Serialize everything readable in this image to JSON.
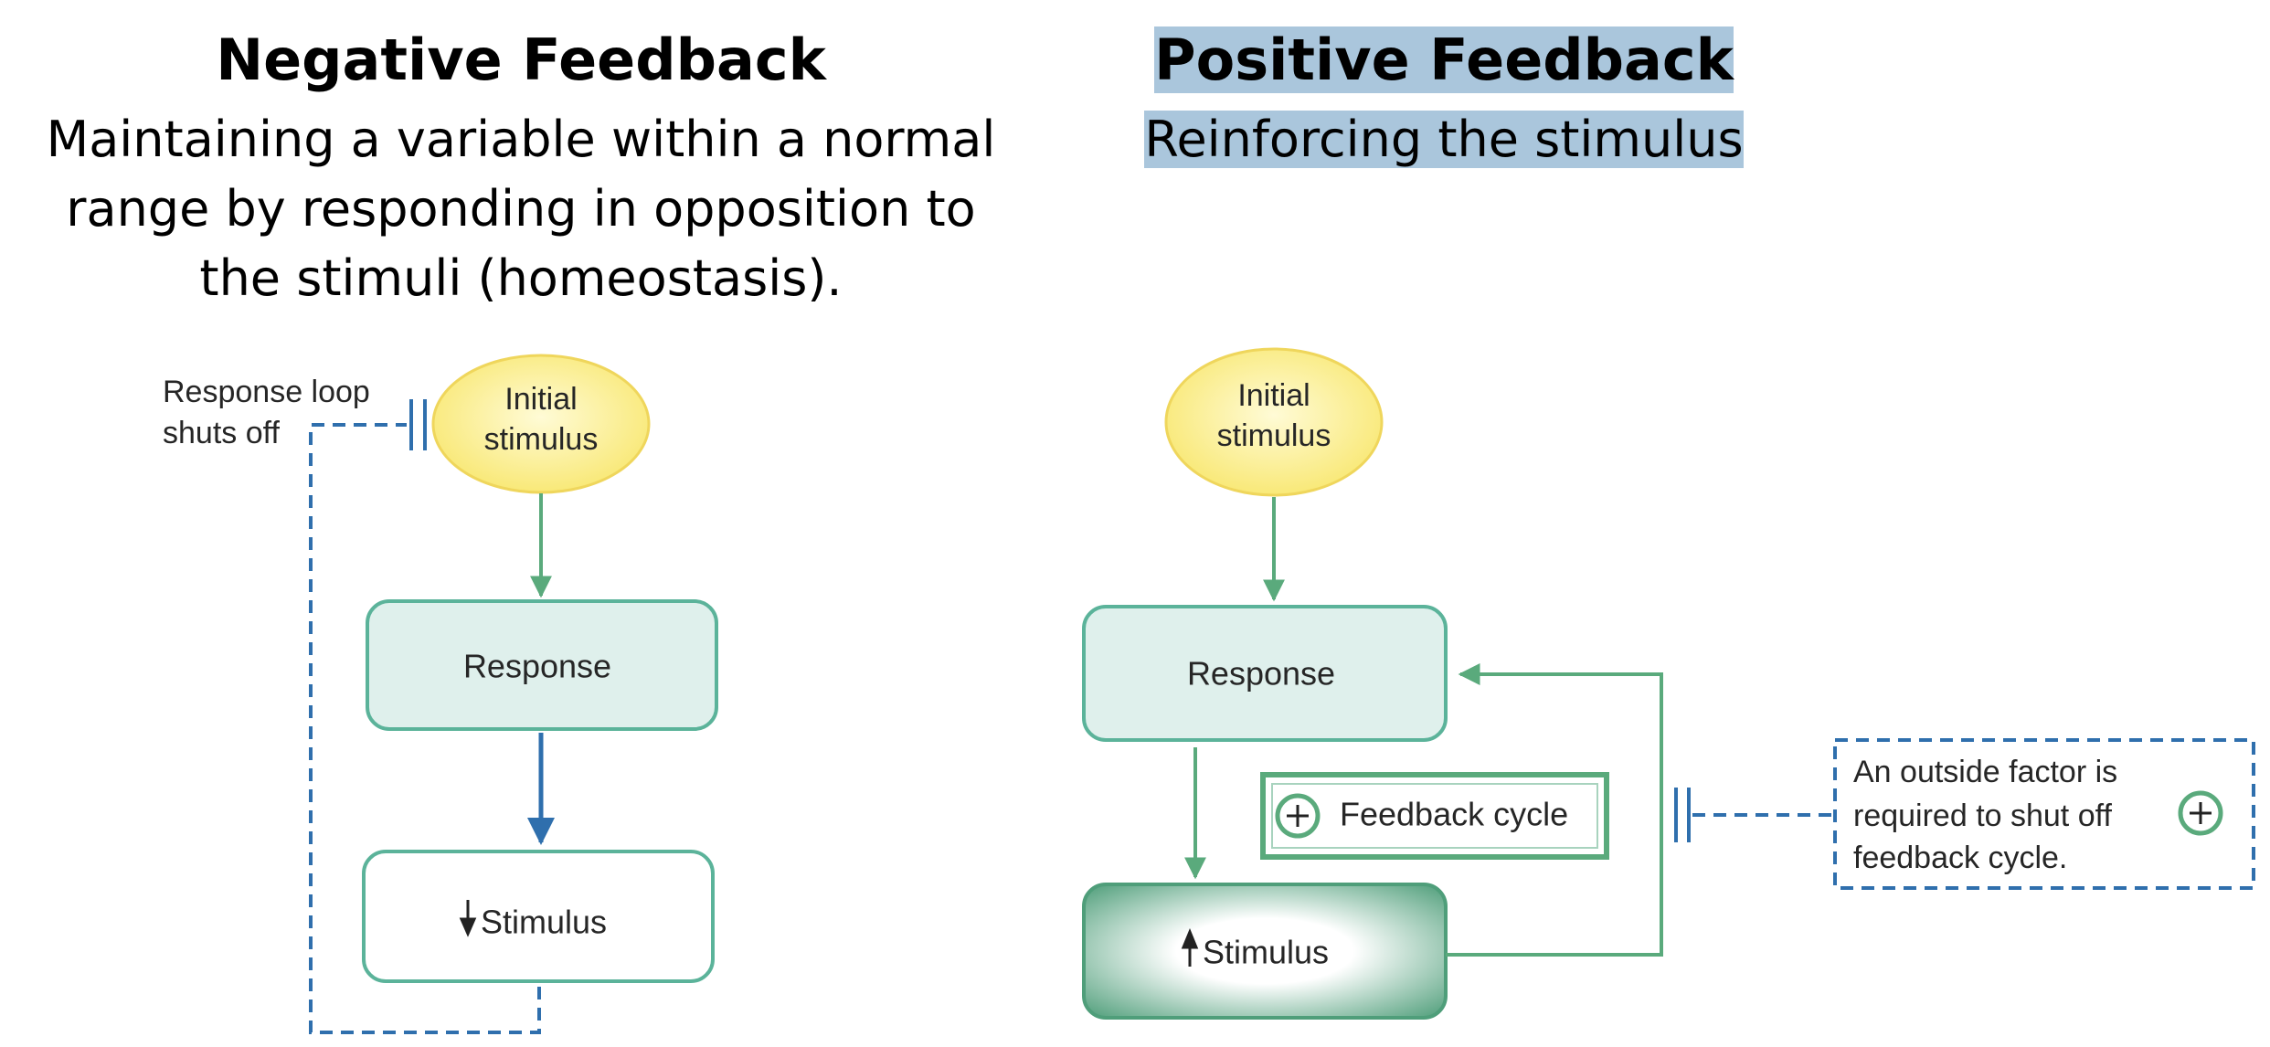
{
  "negative": {
    "title": "Negative Feedback",
    "subtitle_lines": [
      "Maintaining a variable within a normal",
      "range by responding in opposition to",
      "the stimuli (homeostasis)."
    ],
    "loop_label_lines": [
      "Response loop",
      "shuts off"
    ],
    "stimulus_lines": [
      "Initial",
      "stimulus"
    ],
    "response_label": "Response",
    "result_label": "Stimulus"
  },
  "positive": {
    "title": "Positive Feedback",
    "subtitle": "Reinforcing the stimulus",
    "stimulus_lines": [
      "Initial",
      "stimulus"
    ],
    "response_label": "Response",
    "result_label": "Stimulus",
    "cycle_label": "Feedback cycle",
    "note_lines": [
      "An outside factor is",
      "required to shut off",
      "feedback cycle."
    ]
  },
  "colors": {
    "ellipse_fill": "#fdf19a",
    "box_fill": "#dff0ec",
    "box_stroke": "#5bb39a",
    "green_arrow": "#5aaa7c",
    "blue_arrow": "#2f6fad",
    "dashed_blue": "#2f6fad",
    "highlight": "#aac6dc"
  }
}
